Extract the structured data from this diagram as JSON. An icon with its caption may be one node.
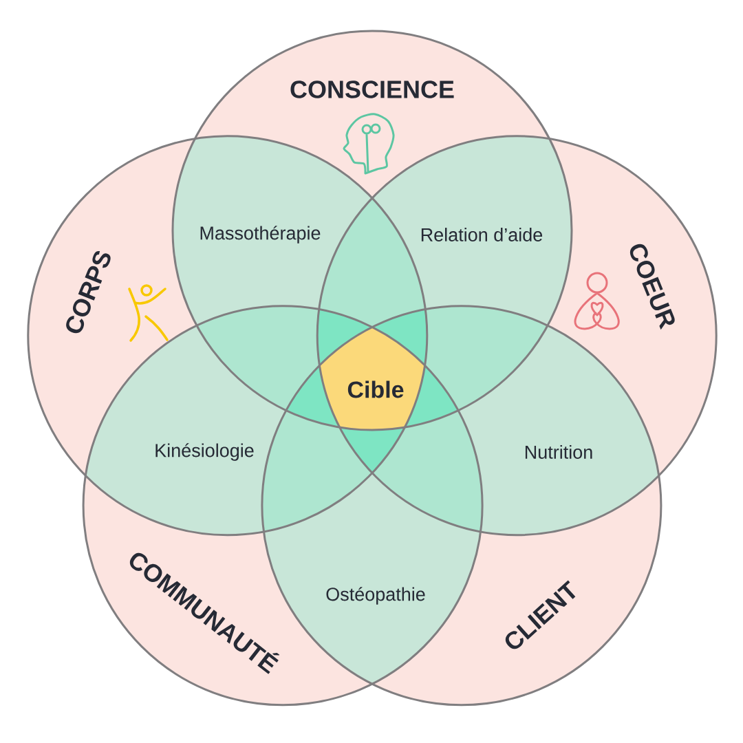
{
  "diagram": {
    "nodes": [
      {
        "text": [
          "CONSCIENCE"
        ]
      },
      {
        "text": [
          "CORPS"
        ]
      },
      {
        "text": [
          "COEUR"
        ]
      },
      {
        "text": [
          "COMMUNAUTÉ"
        ]
      },
      {
        "text": [
          "CLIENT"
        ]
      },
      {
        "text": [
          "Massothérapie"
        ]
      },
      {
        "text": [
          "Relation d’aide"
        ]
      },
      {
        "text": [
          "Cible"
        ]
      },
      {
        "text": [
          "Kinésiologie"
        ]
      },
      {
        "text": [
          "Nutrition"
        ]
      },
      {
        "text": [
          "Ostéopathie"
        ]
      }
    ]
  }
}
